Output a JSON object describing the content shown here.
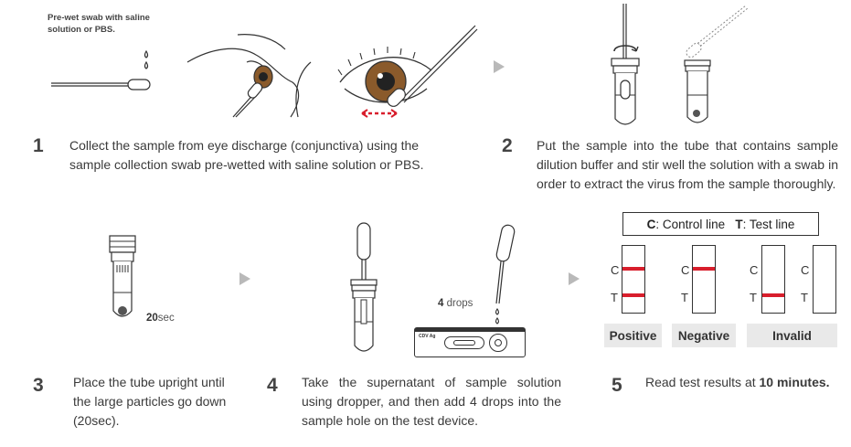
{
  "step1": {
    "note": "Pre-wet swab with saline solution or PBS.",
    "number": "1",
    "text": "Collect the sample from eye discharge (conjunctiva) using the sample collection swab pre-wetted with saline solution or PBS."
  },
  "step2": {
    "number": "2",
    "text": "Put the sample into the tube that contains sample dilution buffer and stir well the solution with a swab in order to extract the virus from the sample thoroughly."
  },
  "step3": {
    "number": "3",
    "text": "Place the tube upright until the large particles go down (20sec).",
    "timer_value": "20",
    "timer_unit": "sec"
  },
  "step4": {
    "number": "4",
    "text": "Take the supernatant of sample solution using dropper, and then add 4 drops into the sample hole on the test device.",
    "drops_value": "4",
    "drops_unit": " drops",
    "device_label": "CDV Ag"
  },
  "step5": {
    "number": "5",
    "text_prefix": "Read test results at ",
    "text_bold": "10 minutes."
  },
  "legend": {
    "c_key": "C",
    "c_text": " : Control line",
    "t_key": "T",
    "t_text": " : Test line"
  },
  "results": {
    "c": "C",
    "t": "T",
    "positive": "Positive",
    "negative": "Negative",
    "invalid": "Invalid"
  },
  "colors": {
    "line_red": "#d81e2c",
    "eye_iris": "#8a5a2b",
    "arrow_grey": "#b9b9b9"
  }
}
